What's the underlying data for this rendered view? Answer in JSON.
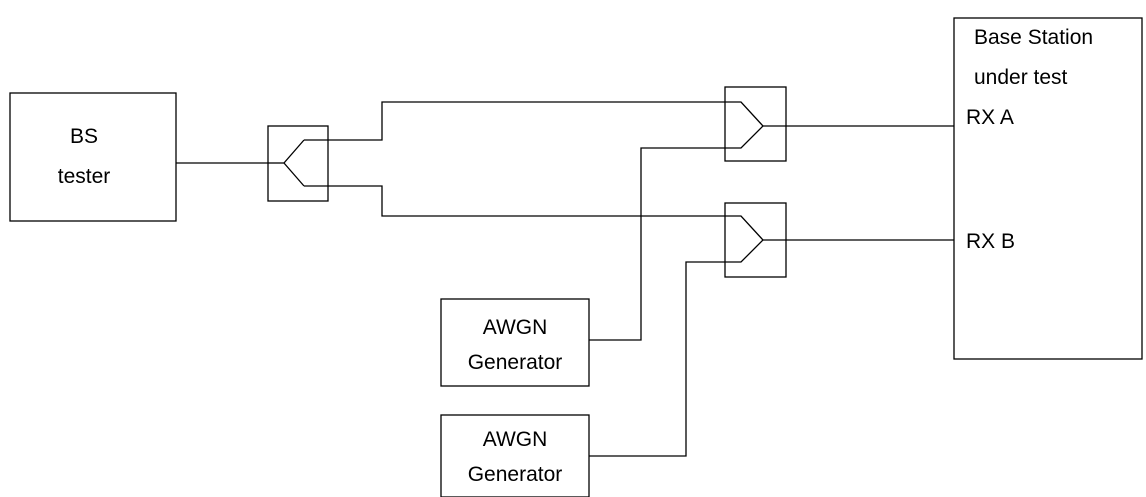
{
  "bs_tester": {
    "line1": "BS",
    "line2": "tester"
  },
  "awgn_a": {
    "line1": "AWGN",
    "line2": "Generator"
  },
  "awgn_b": {
    "line1": "AWGN",
    "line2": "Generator"
  },
  "base_station": {
    "line1": "Base Station",
    "line2": "under test",
    "port_a": "RX A",
    "port_b": "RX B"
  }
}
